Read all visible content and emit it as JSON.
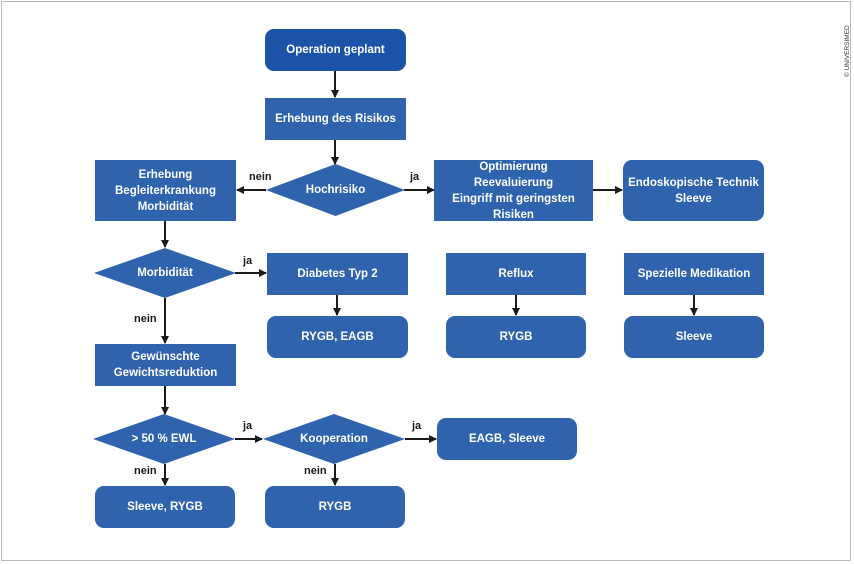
{
  "diagram": {
    "colors": {
      "box": "#2f63ae",
      "start": "#1c53a7",
      "text": "#ffffff",
      "arrow": "#1a1a1a"
    },
    "nodes": {
      "operation_geplant": "Operation geplant",
      "erhebung_risikos": "Erhebung des Risikos",
      "hochrisiko": "Hochrisiko",
      "begleiterkrankung": "Erhebung\nBegleiterkrankung\nMorbidität",
      "optimierung": "Optimierung\nReevaluierung\nEingriff mit geringsten Risiken",
      "endoskopisch": "Endoskopische Technik\nSleeve",
      "morbiditaet": "Morbidität",
      "diabetes": "Diabetes Typ 2",
      "reflux": "Reflux",
      "spezielle_medikation": "Spezielle Medikation",
      "rygb_eagb": "RYGB, EAGB",
      "rygb_reflux": "RYGB",
      "sleeve_medikation": "Sleeve",
      "gewichtsreduktion": "Gewünschte\nGewichtsreduktion",
      "ewl": "> 50 % EWL",
      "kooperation": "Kooperation",
      "eagb_sleeve": "EAGB, Sleeve",
      "sleeve_rygb": "Sleeve, RYGB",
      "rygb_kooperation": "RYGB"
    },
    "edge_labels": {
      "hochrisiko_nein": "nein",
      "hochrisiko_ja": "ja",
      "morbiditaet_ja": "ja",
      "morbiditaet_nein": "nein",
      "ewl_ja": "ja",
      "ewl_nein": "nein",
      "kooperation_ja": "ja",
      "kooperation_nein": "nein"
    }
  },
  "copyright": "© UNIVERSIMED"
}
